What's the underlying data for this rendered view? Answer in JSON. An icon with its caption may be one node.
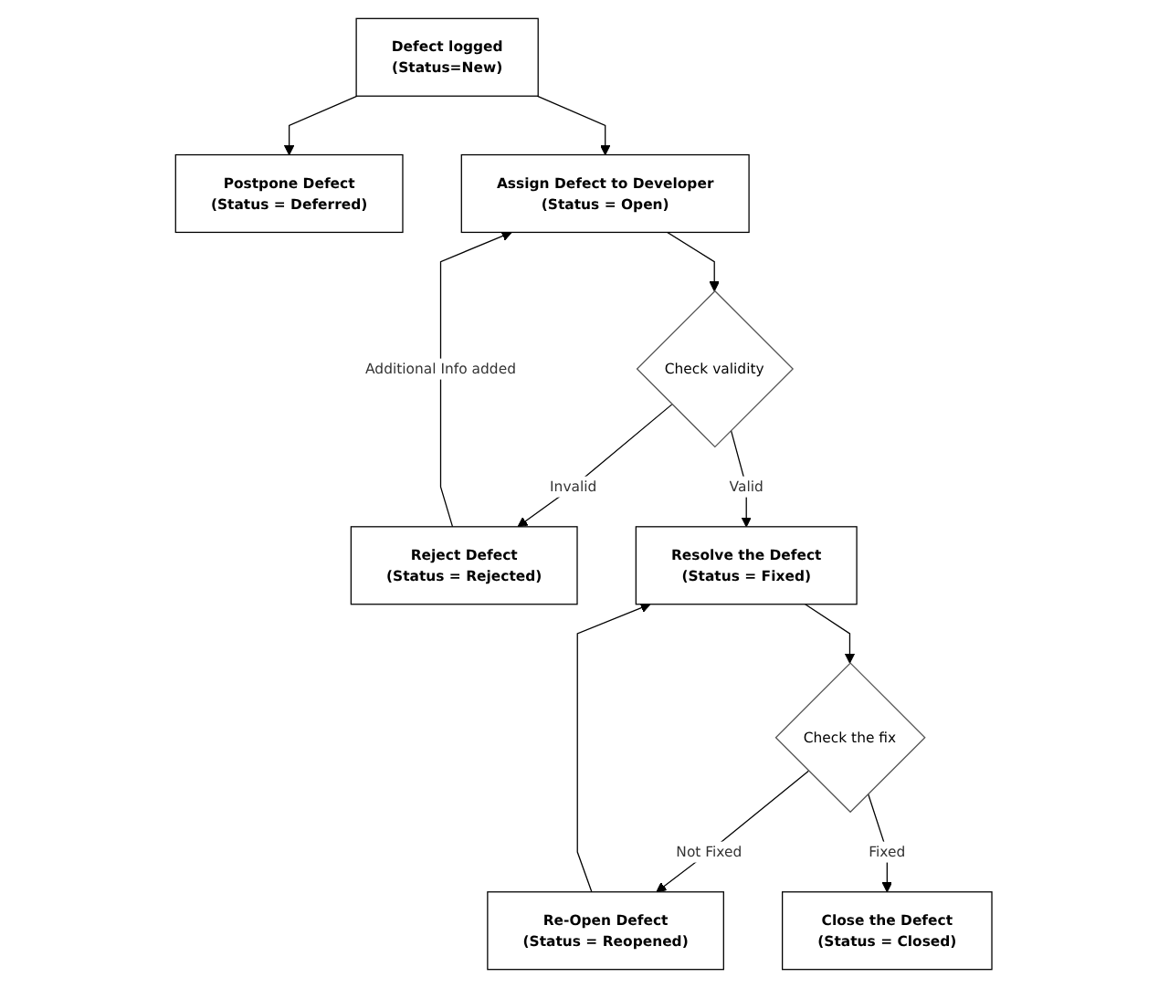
{
  "diagram": {
    "nodes": [
      {
        "text": [
          "Defect logged",
          "(Status=New)"
        ]
      },
      {
        "text": [
          "Postpone Defect",
          "(Status = Deferred)"
        ]
      },
      {
        "text": [
          "Assign Defect to Developer",
          "(Status = Open)"
        ]
      },
      {
        "text": [
          "Check validity"
        ]
      },
      {
        "text": [
          "Reject Defect",
          "(Status = Rejected)"
        ]
      },
      {
        "text": [
          "Resolve the Defect",
          "(Status = Fixed)"
        ]
      },
      {
        "text": [
          "Check the fix"
        ]
      },
      {
        "text": [
          "Re-Open Defect",
          "(Status = Reopened)"
        ]
      },
      {
        "text": [
          "Close the Defect",
          "(Status = Closed)"
        ]
      }
    ],
    "edges": [
      {
        "from": 0,
        "to": 1,
        "arrow": "to"
      },
      {
        "from": 0,
        "to": 2,
        "arrow": "to"
      },
      {
        "from": 2,
        "to": 3,
        "arrow": "to"
      },
      {
        "from": 3,
        "to": 4,
        "arrow": "to",
        "label": "Invalid"
      },
      {
        "from": 4,
        "to": 2,
        "arrow": "to",
        "label": "Additional Info added"
      },
      {
        "from": 3,
        "to": 5,
        "arrow": "to",
        "label": "Valid"
      },
      {
        "from": 5,
        "to": 6,
        "arrow": "to"
      },
      {
        "from": 6,
        "to": 7,
        "arrow": "to",
        "label": "Not Fixed"
      },
      {
        "from": 7,
        "to": 5,
        "arrow": "to"
      },
      {
        "from": 6,
        "to": 8,
        "arrow": "to",
        "label": "Fixed"
      }
    ]
  }
}
